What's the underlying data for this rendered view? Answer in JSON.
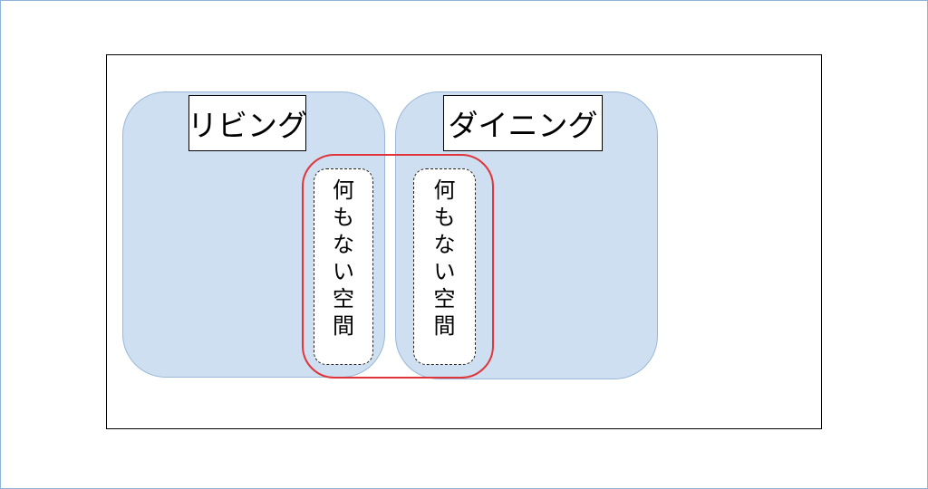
{
  "rooms": {
    "living": {
      "label": "リビング"
    },
    "dining": {
      "label": "ダイニング"
    }
  },
  "empty_space": {
    "left": {
      "text": "何もない空間"
    },
    "right": {
      "text": "何もない空間"
    }
  },
  "colors": {
    "room_fill": "#cddff0",
    "room_border": "#9ab8d8",
    "overlap_ring": "#e0353a",
    "frame_border": "#000000",
    "canvas_border": "#8fb3d9"
  }
}
